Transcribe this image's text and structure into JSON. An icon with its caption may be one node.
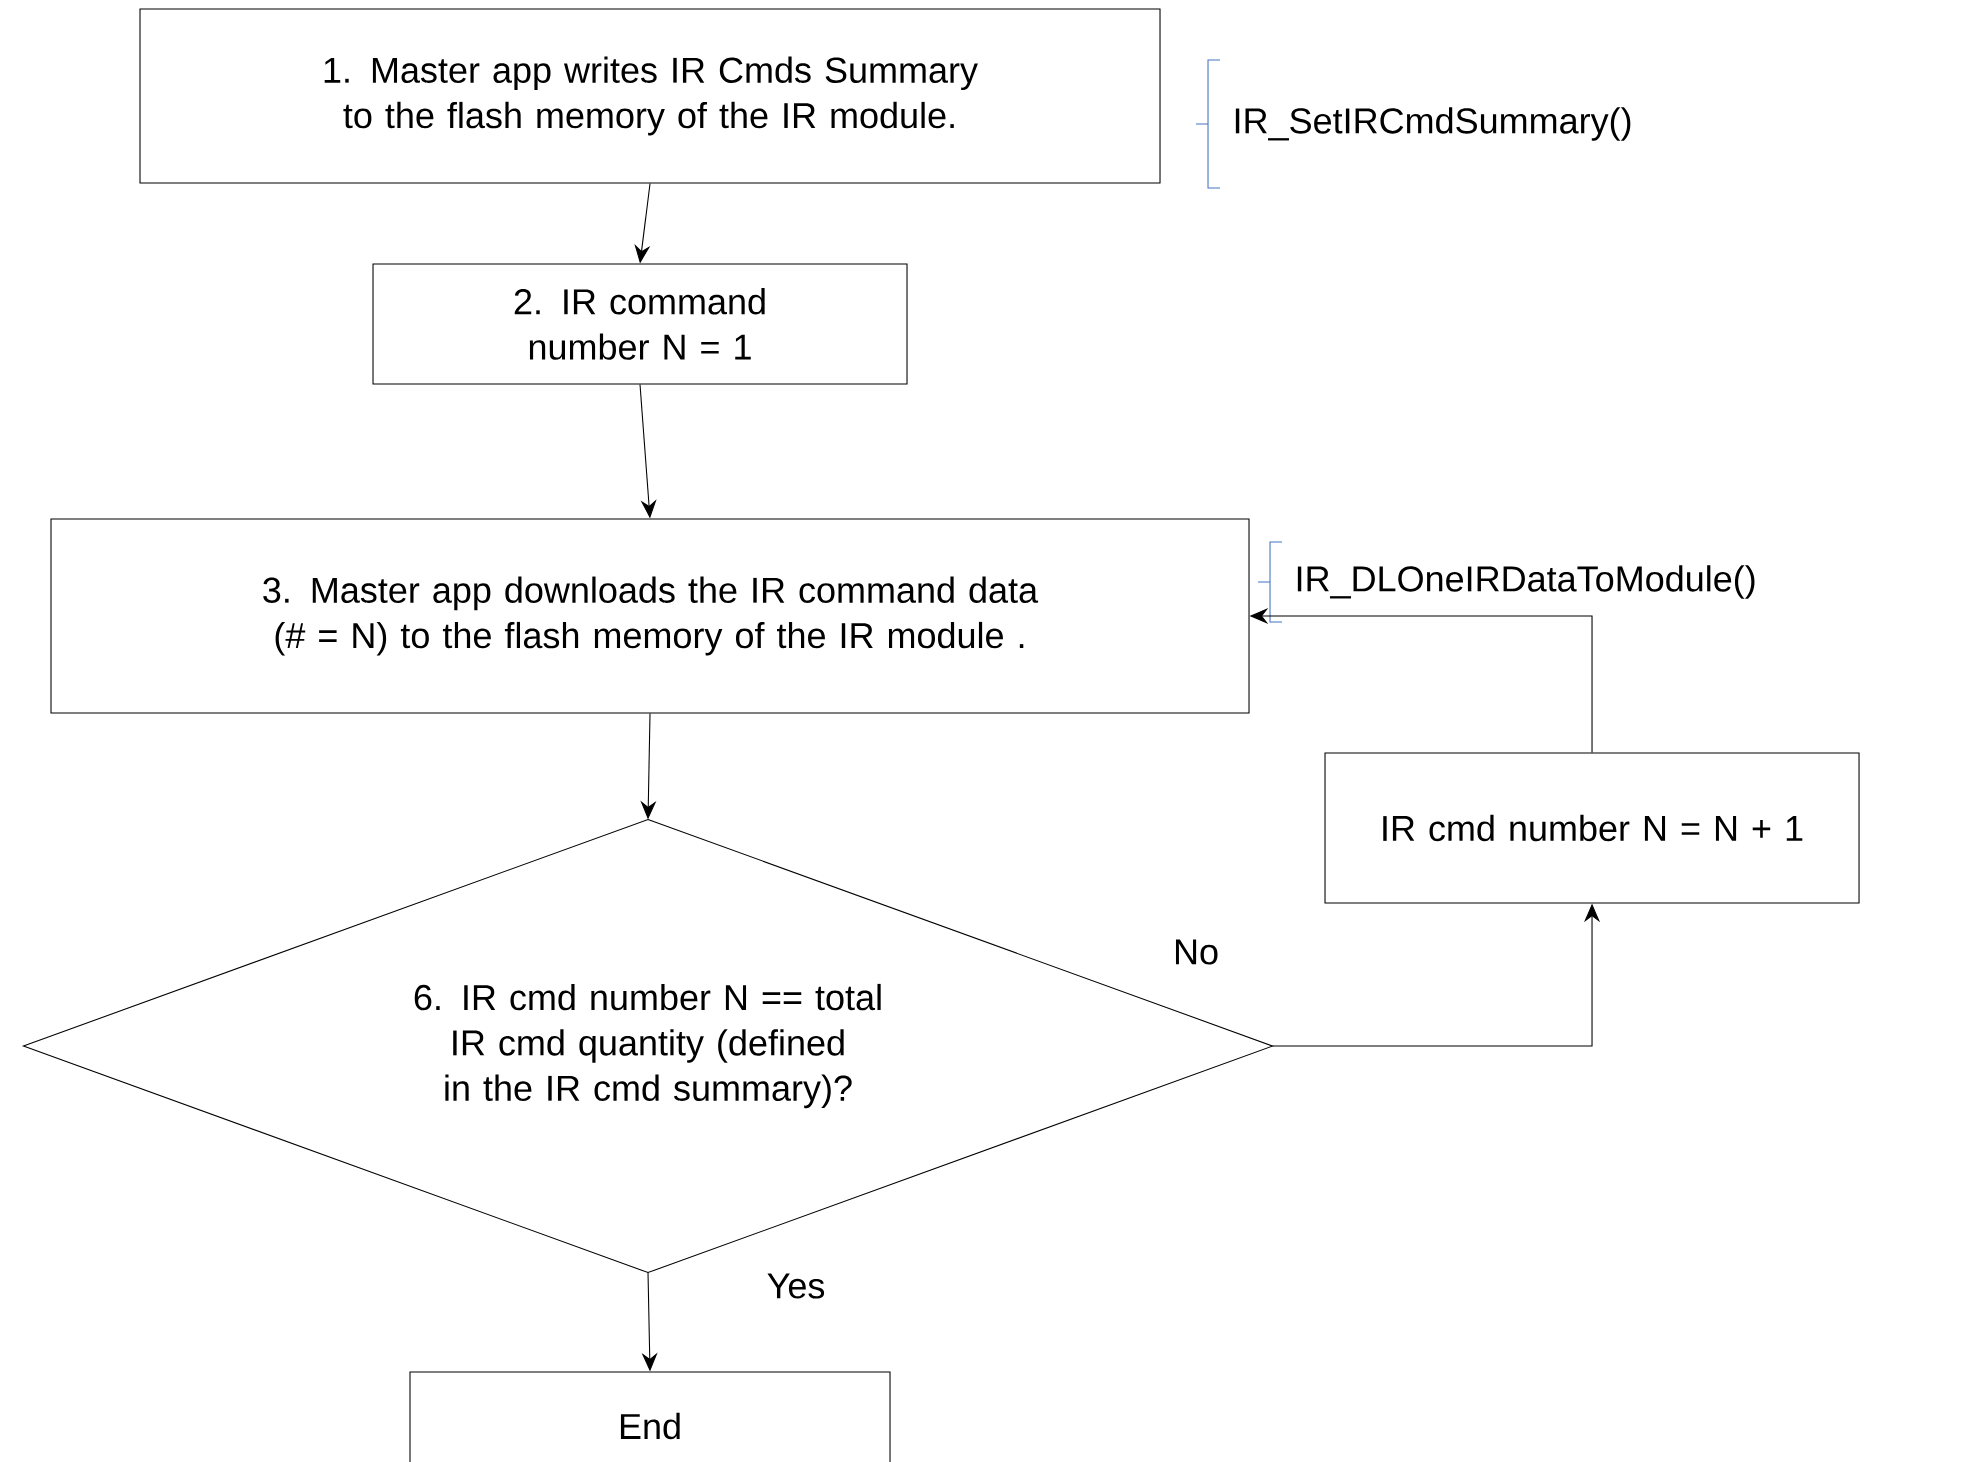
{
  "diagram": {
    "nodes": [
      {
        "text": [
          "1. Master app writes IR Cmds Summary to the flash memory of the IR module."
        ],
        "beside": [
          "IR_SetIRCmdSummary()"
        ]
      },
      {
        "text": [
          "2. IR command number N = 1"
        ]
      },
      {
        "text": [
          "3. Master app downloads the IR command data (# = N) to the flash memory of the IR module ."
        ],
        "beside": [
          "IR_DLOneIRDataToModule()"
        ]
      },
      {
        "text": [
          "6. IR cmd number N == total IR cmd quantity (defined in the IR cmd summary)?"
        ]
      },
      {
        "text": [
          "IR cmd number N = N + 1"
        ]
      },
      {
        "text": [
          "End"
        ]
      }
    ],
    "edges": [
      {
        "from": 0,
        "to": 1,
        "arrow": "to"
      },
      {
        "from": 1,
        "to": 2,
        "arrow": "to"
      },
      {
        "from": 2,
        "to": 3,
        "arrow": "to"
      },
      {
        "from": 3,
        "to": 4,
        "arrow": "to",
        "label": "No"
      },
      {
        "from": 4,
        "to": 2,
        "arrow": "to"
      },
      {
        "from": 3,
        "to": 5,
        "arrow": "to",
        "label": "Yes"
      }
    ]
  }
}
